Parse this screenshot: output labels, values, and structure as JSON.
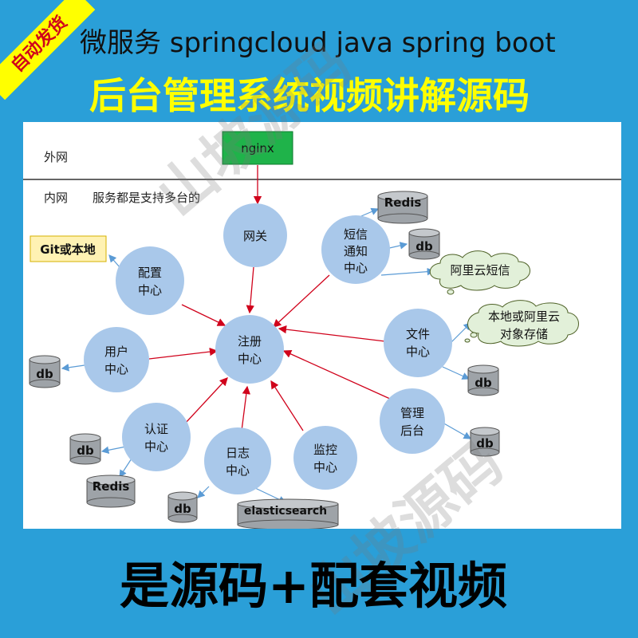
{
  "badge": "自动发货",
  "title_line1": "微服务 springcloud java spring boot",
  "title_line2": "后台管理系统视频讲解源码",
  "bottom_text": "是源码+配套视频",
  "watermark": "山坡源码",
  "diagram": {
    "outer_label": "外网",
    "inner_label": "内网",
    "multi_note": "服务都是支持多台的",
    "nginx": "nginx",
    "git_box": "Git或本地",
    "services": {
      "gateway": "网关",
      "config_1": "配置",
      "config_2": "中心",
      "registry_1": "注册",
      "registry_2": "中心",
      "user_1": "用户",
      "user_2": "中心",
      "auth_1": "认证",
      "auth_2": "中心",
      "log_1": "日志",
      "log_2": "中心",
      "monitor_1": "监控",
      "monitor_2": "中心",
      "sms_1": "短信",
      "sms_2": "通知",
      "sms_3": "中心",
      "file_1": "文件",
      "file_2": "中心",
      "admin_1": "管理",
      "admin_2": "后台"
    },
    "stores": {
      "redis_sms": "Redis",
      "db_sms": "db",
      "db_user": "db",
      "db_auth": "db",
      "redis_auth": "Redis",
      "db_log": "db",
      "es": "elasticsearch",
      "db_file": "db",
      "db_admin": "db"
    },
    "clouds": {
      "aliyun_sms": "阿里云短信",
      "oss_1": "本地或阿里云",
      "oss_2": "对象存储"
    }
  }
}
